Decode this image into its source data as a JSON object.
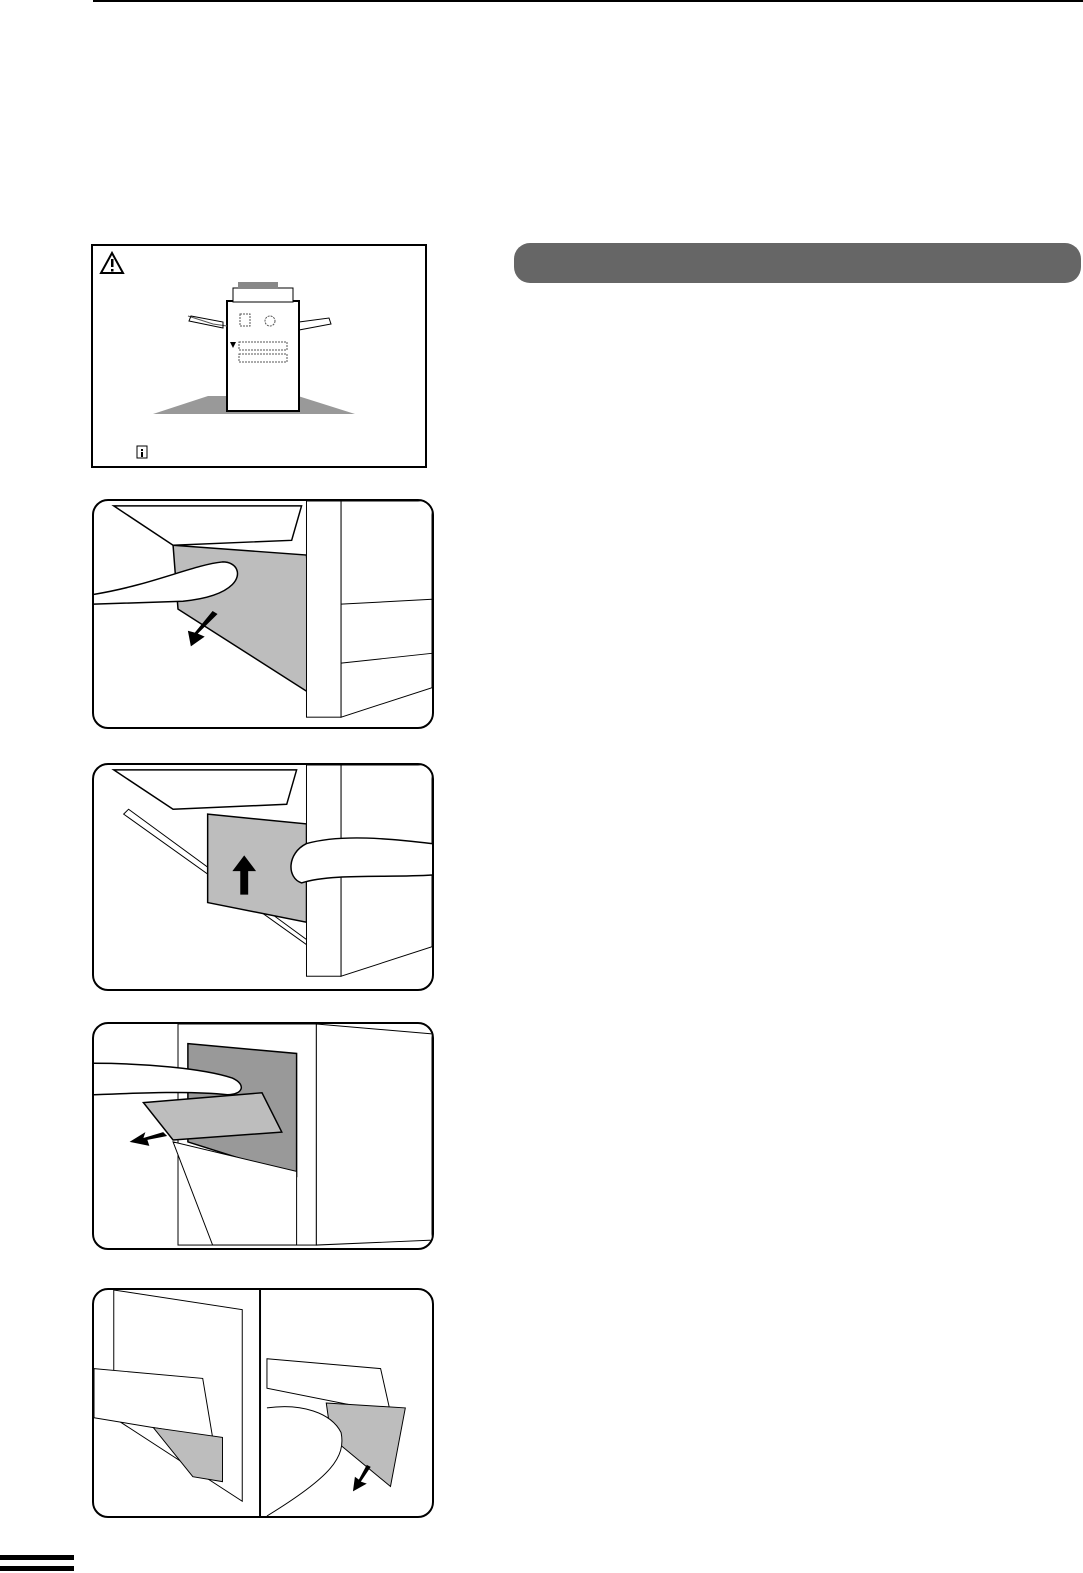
{
  "colors": {
    "header_bar": "#666666",
    "shade": "#bdbdbd",
    "ink": "#000000"
  },
  "icons": {
    "caution": "warning-triangle-icon",
    "info": "info-icon"
  },
  "panels": [
    "open-side-cover",
    "remove-misfed-paper",
    "open-exit-cover",
    "remove-paper-from-exit"
  ]
}
